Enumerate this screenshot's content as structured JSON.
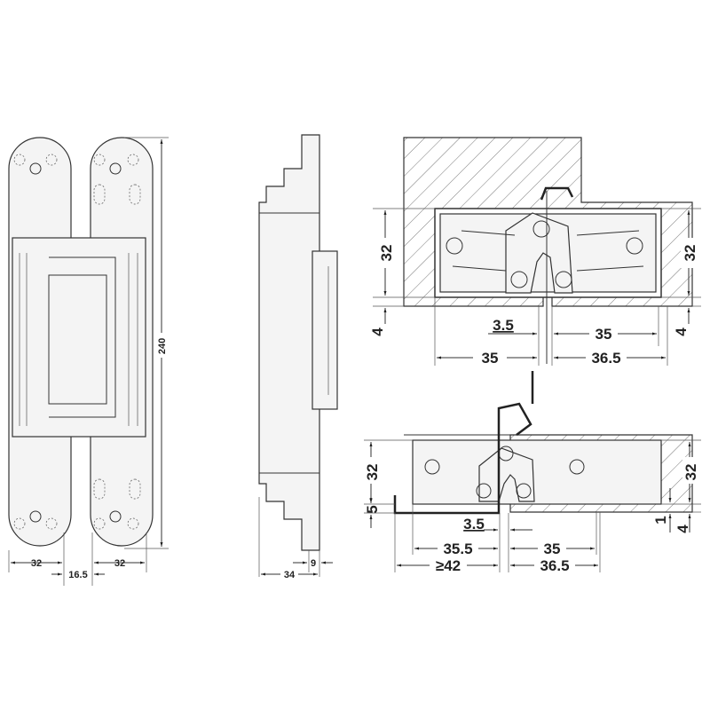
{
  "title": "Concealed hinge dimension drawing",
  "front_view": {
    "width_left": "32",
    "gap": "16.5",
    "width_right": "32",
    "height": "240"
  },
  "side_view": {
    "depth_small": "9",
    "depth_total": "34"
  },
  "top_section": {
    "height_left": "32",
    "height_right": "32",
    "offset_left": "4",
    "offset_right": "4",
    "gap": "3.5",
    "inner_right": "35",
    "outer_left": "35",
    "outer_right": "36.5"
  },
  "bottom_section": {
    "height_left": "32",
    "height_right": "32",
    "offset_left": "5",
    "offset_small": "1",
    "offset_right": "4",
    "gap": "3.5",
    "inner_left": "35.5",
    "inner_right": "35",
    "outer_left": "≥42",
    "outer_right": "36.5"
  },
  "colors": {
    "line": "#333333",
    "fill": "#f4f4f4"
  }
}
